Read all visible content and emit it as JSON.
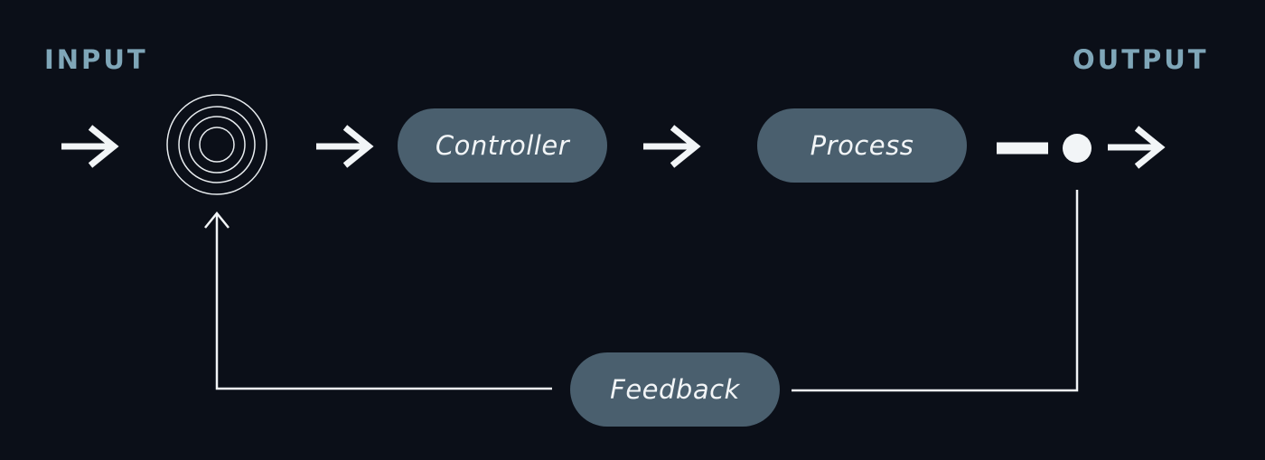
{
  "labels": {
    "input": "INPUT",
    "output": "OUTPUT"
  },
  "nodes": {
    "controller": "Controller",
    "process": "Process",
    "feedback": "Feedback"
  },
  "colors": {
    "background": "#0b0f18",
    "node_fill": "#4a5f6e",
    "label_text": "#7fa6b8",
    "stroke": "#f2f5f7"
  },
  "icons": [
    "arrow-right-icon",
    "summing-junction-icon",
    "arrow-up-icon",
    "output-dot-icon"
  ]
}
